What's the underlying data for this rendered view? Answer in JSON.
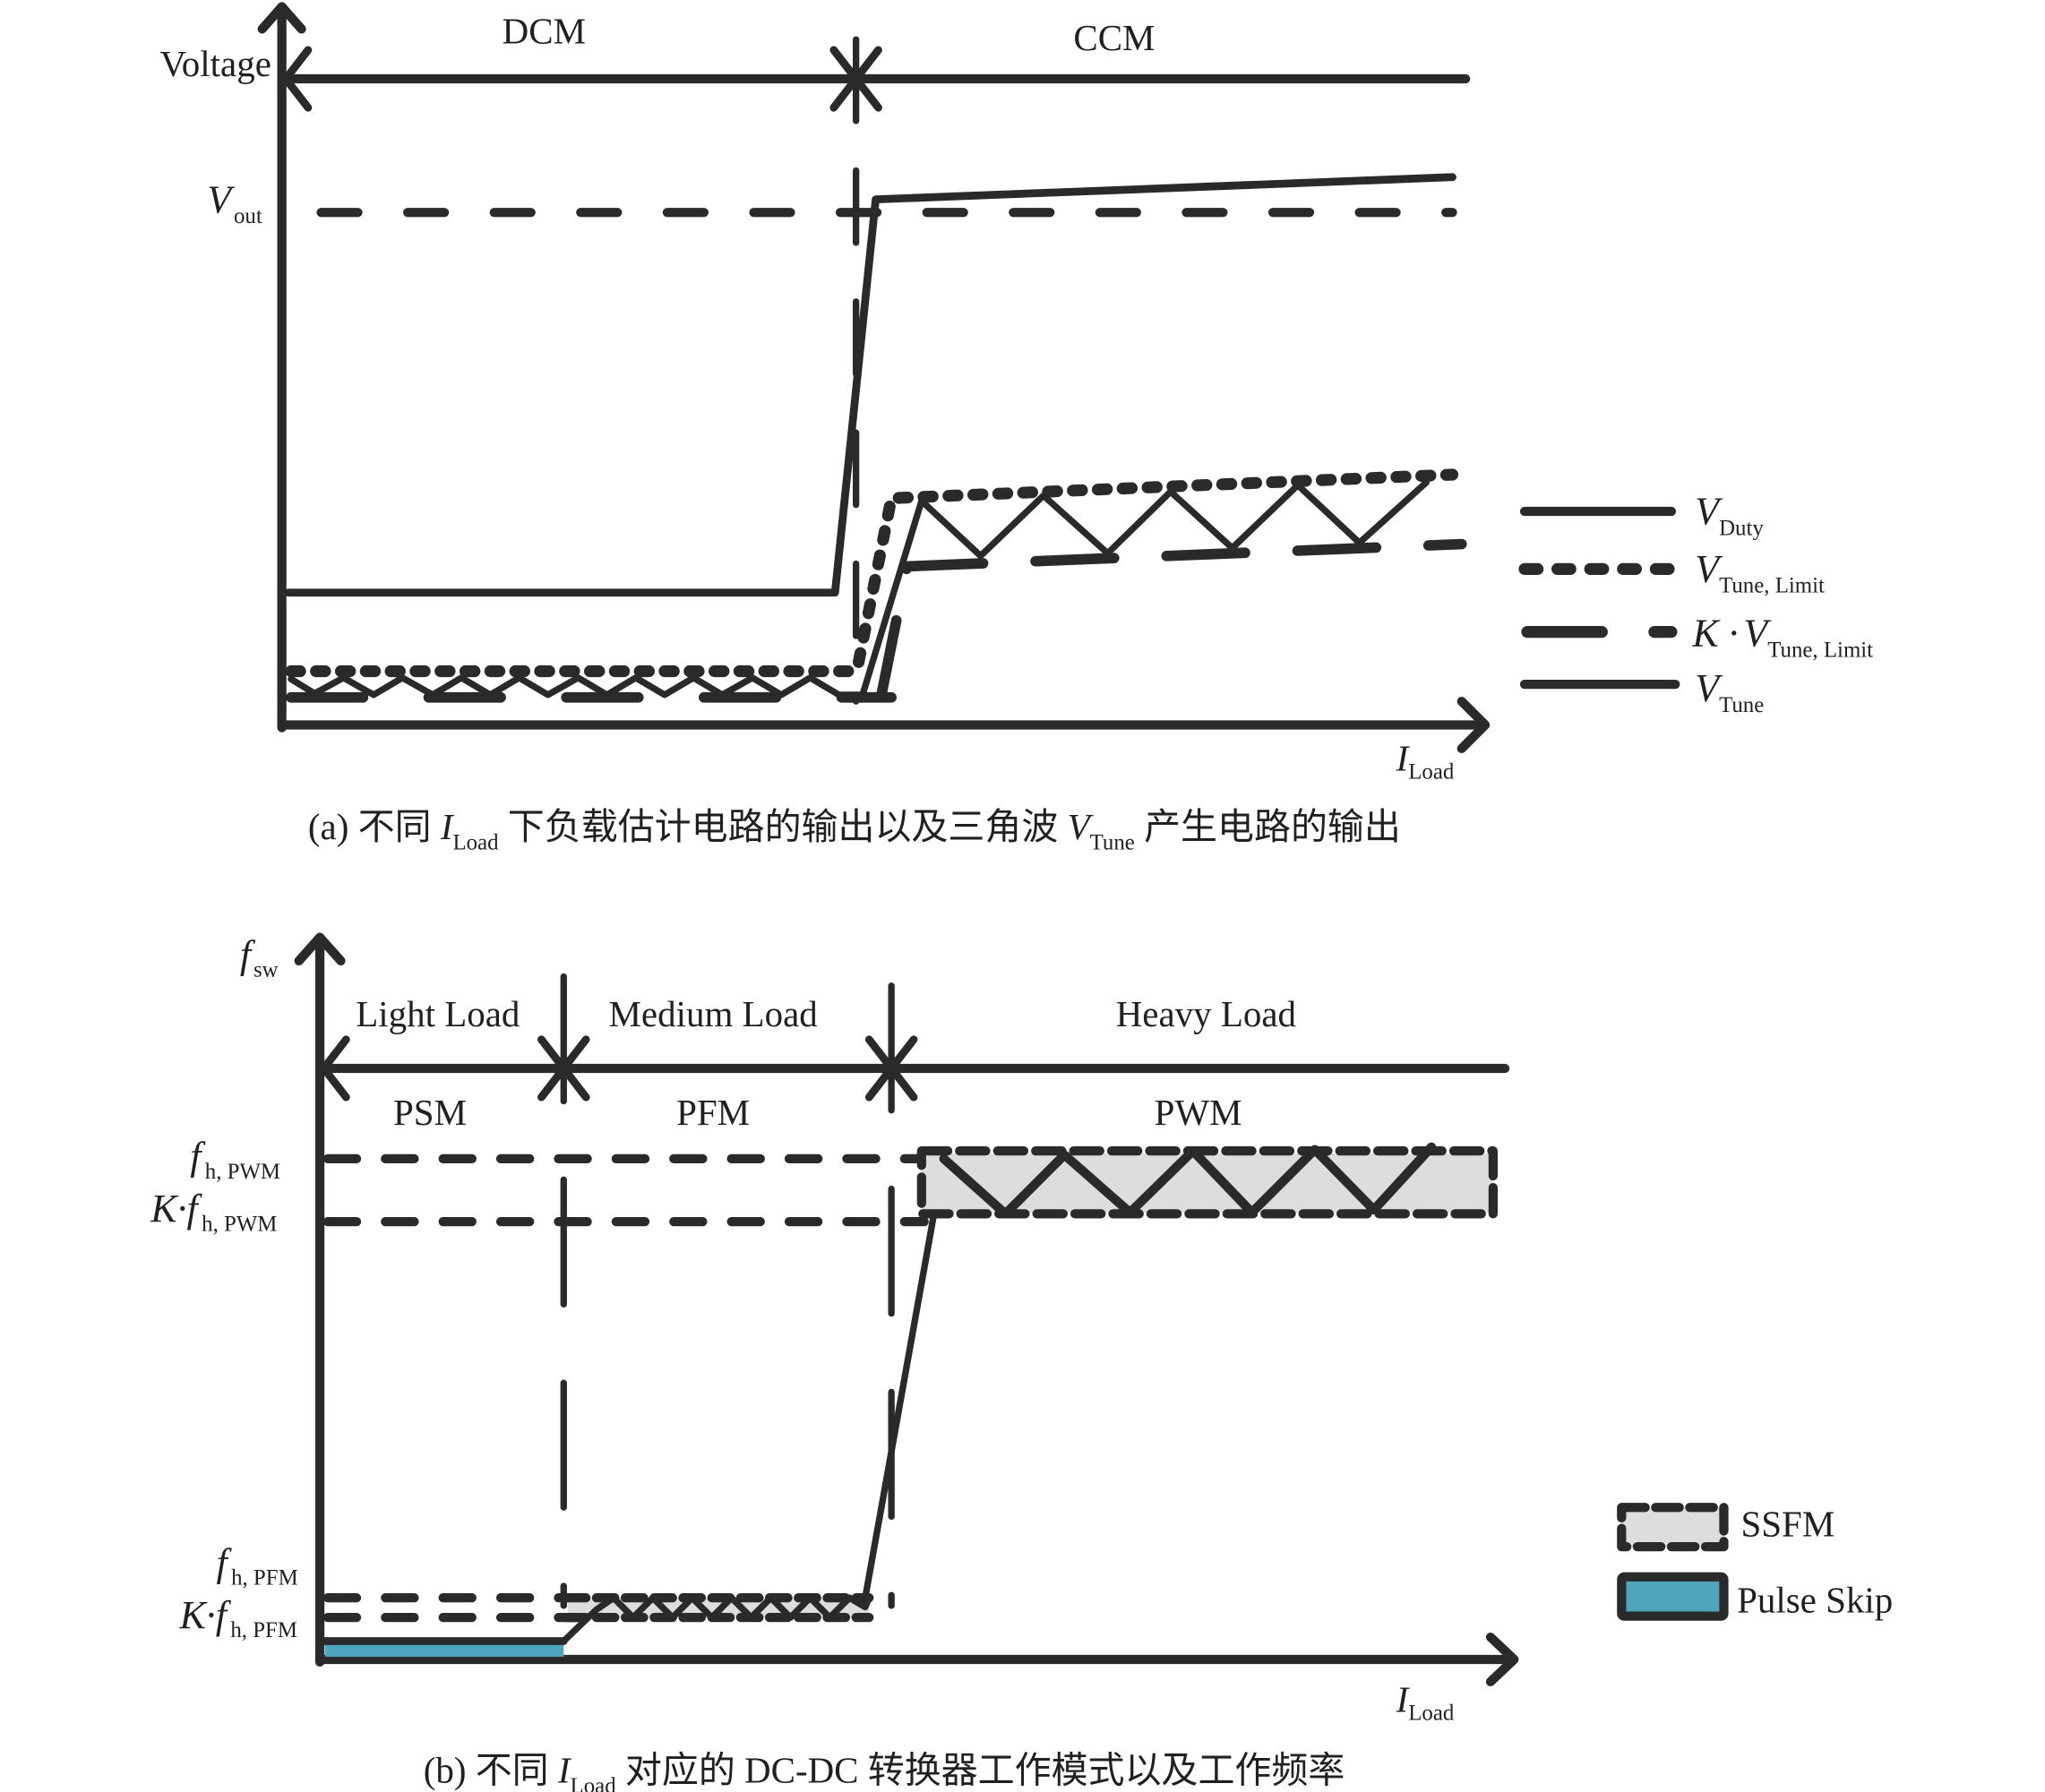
{
  "colors": {
    "ink": "#2b2a2b",
    "tune_blue": "#29a8de",
    "ssfm_fill": "#dcdddf",
    "pulse_skip_fill": "#4ea5bd"
  },
  "panel_a": {
    "y_axis_label": "Voltage",
    "x_axis_label_main": "I",
    "x_axis_label_sub": "Load",
    "region_left": "DCM",
    "region_right": "CCM",
    "vout_label_main": "V",
    "vout_label_sub": "out",
    "caption": {
      "prefix": "(a) 不同 ",
      "var1_main": "I",
      "var1_sub": "Load",
      "middle": " 下负载估计电路的输出以及三角波 ",
      "var2_main": "V",
      "var2_sub": "Tune",
      "suffix": " 产生电路的输出"
    },
    "legend": [
      {
        "main": "V",
        "sub": "Duty",
        "prefix": "",
        "style": "solid"
      },
      {
        "main": "V",
        "sub": "Tune, Limit",
        "prefix": "",
        "style": "dotted"
      },
      {
        "main": "V",
        "sub": "Tune, Limit",
        "prefix": "K ·",
        "style": "long-dash"
      },
      {
        "main": "V",
        "sub": "Tune",
        "prefix": "",
        "style": "blue-solid"
      }
    ]
  },
  "panel_b": {
    "y_axis_label_main": "f",
    "y_axis_label_sub": "sw",
    "x_axis_label_main": "I",
    "x_axis_label_sub": "Load",
    "regions": [
      {
        "load": "Light Load",
        "mode": "PSM"
      },
      {
        "load": "Medium Load",
        "mode": "PFM"
      },
      {
        "load": "Heavy Load",
        "mode": "PWM"
      }
    ],
    "levels": [
      {
        "prefix": "",
        "main": "f",
        "sub": "h, PWM"
      },
      {
        "prefix": "K·",
        "main": "f",
        "sub": "h, PWM"
      },
      {
        "prefix": "",
        "main": "f",
        "sub": "h, PFM"
      },
      {
        "prefix": "K·",
        "main": "f",
        "sub": "h, PFM"
      }
    ],
    "legend": [
      {
        "label": "SSFM",
        "style": "dashed-gray-box"
      },
      {
        "label": "Pulse Skip",
        "style": "solid-teal-box"
      }
    ],
    "caption": {
      "prefix": "(b) 不同 ",
      "var_main": "I",
      "var_sub": "Load",
      "suffix": " 对应的 DC-DC 转换器工作模式以及工作频率"
    }
  }
}
